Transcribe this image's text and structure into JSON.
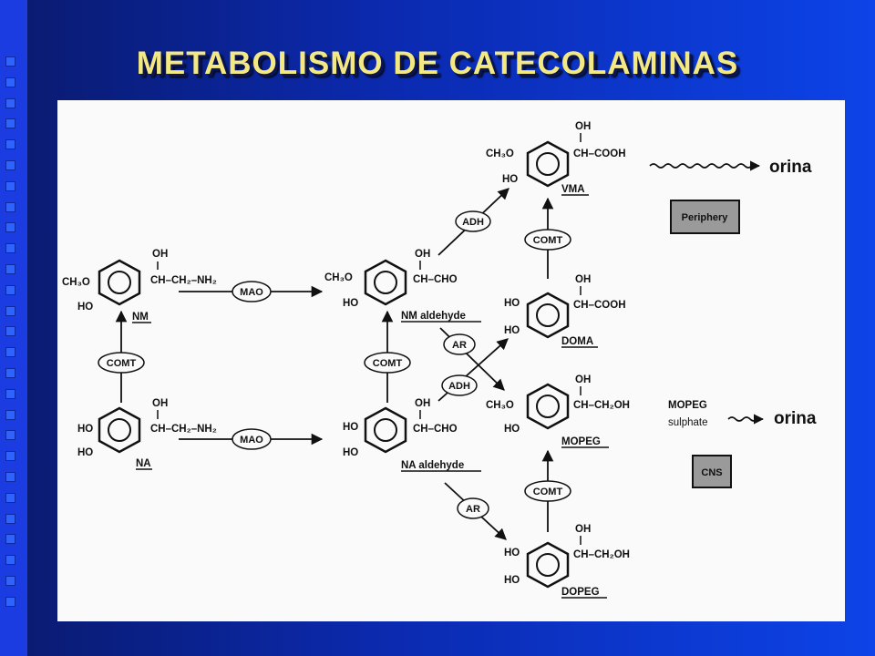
{
  "slide": {
    "title": "METABOLISMO DE CATECOLAMINAS"
  },
  "diagram": {
    "compounds": {
      "nm": {
        "label": "NM",
        "sub_top": "CH₃O",
        "sub_bottom": "HO",
        "oh": "OH",
        "chain": "CH–CH₂–NH₂"
      },
      "na": {
        "label": "NA",
        "sub_top": "HO",
        "sub_bottom": "HO",
        "oh": "OH",
        "chain": "CH–CH₂–NH₂"
      },
      "nm_aldehyde": {
        "label": "NM aldehyde",
        "sub_top": "CH₃O",
        "sub_bottom": "HO",
        "oh": "OH",
        "chain": "CH–CHO"
      },
      "na_aldehyde": {
        "label": "NA aldehyde",
        "sub_top": "HO",
        "sub_bottom": "HO",
        "oh": "OH",
        "chain": "CH–CHO"
      },
      "vma": {
        "label": "VMA",
        "sub_top": "CH₃O",
        "sub_bottom": "HO",
        "oh": "OH",
        "chain": "CH–COOH"
      },
      "doma": {
        "label": "DOMA",
        "sub_top": "HO",
        "sub_bottom": "HO",
        "oh": "OH",
        "chain": "CH–COOH"
      },
      "mopeg": {
        "label": "MOPEG",
        "sub_top": "CH₃O",
        "sub_bottom": "HO",
        "oh": "OH",
        "chain": "CH–CH₂OH"
      },
      "dopeg": {
        "label": "DOPEG",
        "sub_top": "HO",
        "sub_bottom": "HO",
        "oh": "OH",
        "chain": "CH–CH₂OH"
      }
    },
    "enzymes": {
      "mao_top": "MAO",
      "mao_bottom": "MAO",
      "comt_left": "COMT",
      "comt_mid": "COMT",
      "comt_vma": "COMT",
      "comt_mopeg": "COMT",
      "adh_top": "ADH",
      "adh_mid": "ADH",
      "ar_top": "AR",
      "ar_bottom": "AR"
    },
    "excretion": {
      "orina_top": "orina",
      "orina_bottom": "orina",
      "mopeg_sulphate_1": "MOPEG",
      "mopeg_sulphate_2": "sulphate"
    },
    "regions": {
      "periphery": "Periphery",
      "cns": "CNS"
    }
  }
}
